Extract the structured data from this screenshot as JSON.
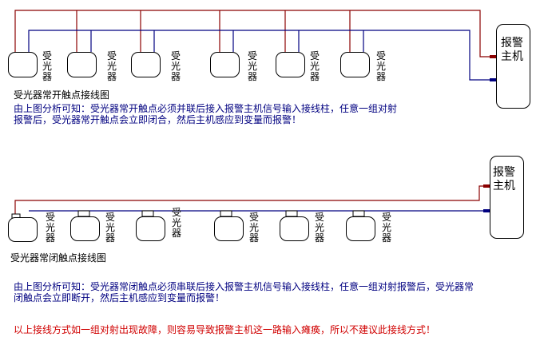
{
  "top_diagram": {
    "sensor_label": "受光器",
    "host_label": "报警主机",
    "caption": "受光器常开触点接线图",
    "analysis": "由上图分析可知：受光器常开触点必须并联后接入报警主机信号输入接线柱，任意一组对射报警后，受光器常开触点会立即闭合，然后主机感应到变量而报警！"
  },
  "bottom_diagram": {
    "sensor_label": "受光器",
    "host_label": "报警主机",
    "caption": "受光器常闭触点接线图",
    "analysis": "由上图分析可知：受光器常闭触点必须串联后接入报警主机信号输入接线柱，任意一组对射报警后，受光器常闭触点会立即断开，然后主机感应到变量而报警！"
  },
  "warning": "以上接线方式如一组对射出现故障，则容易导致报警主机这一路输入瘫痪，所以不建议此接线方式！",
  "colors": {
    "red_wire": "#8b0000",
    "blue_wire": "#000080",
    "warning_text": "#d00000",
    "analysis_text": "#000080"
  }
}
